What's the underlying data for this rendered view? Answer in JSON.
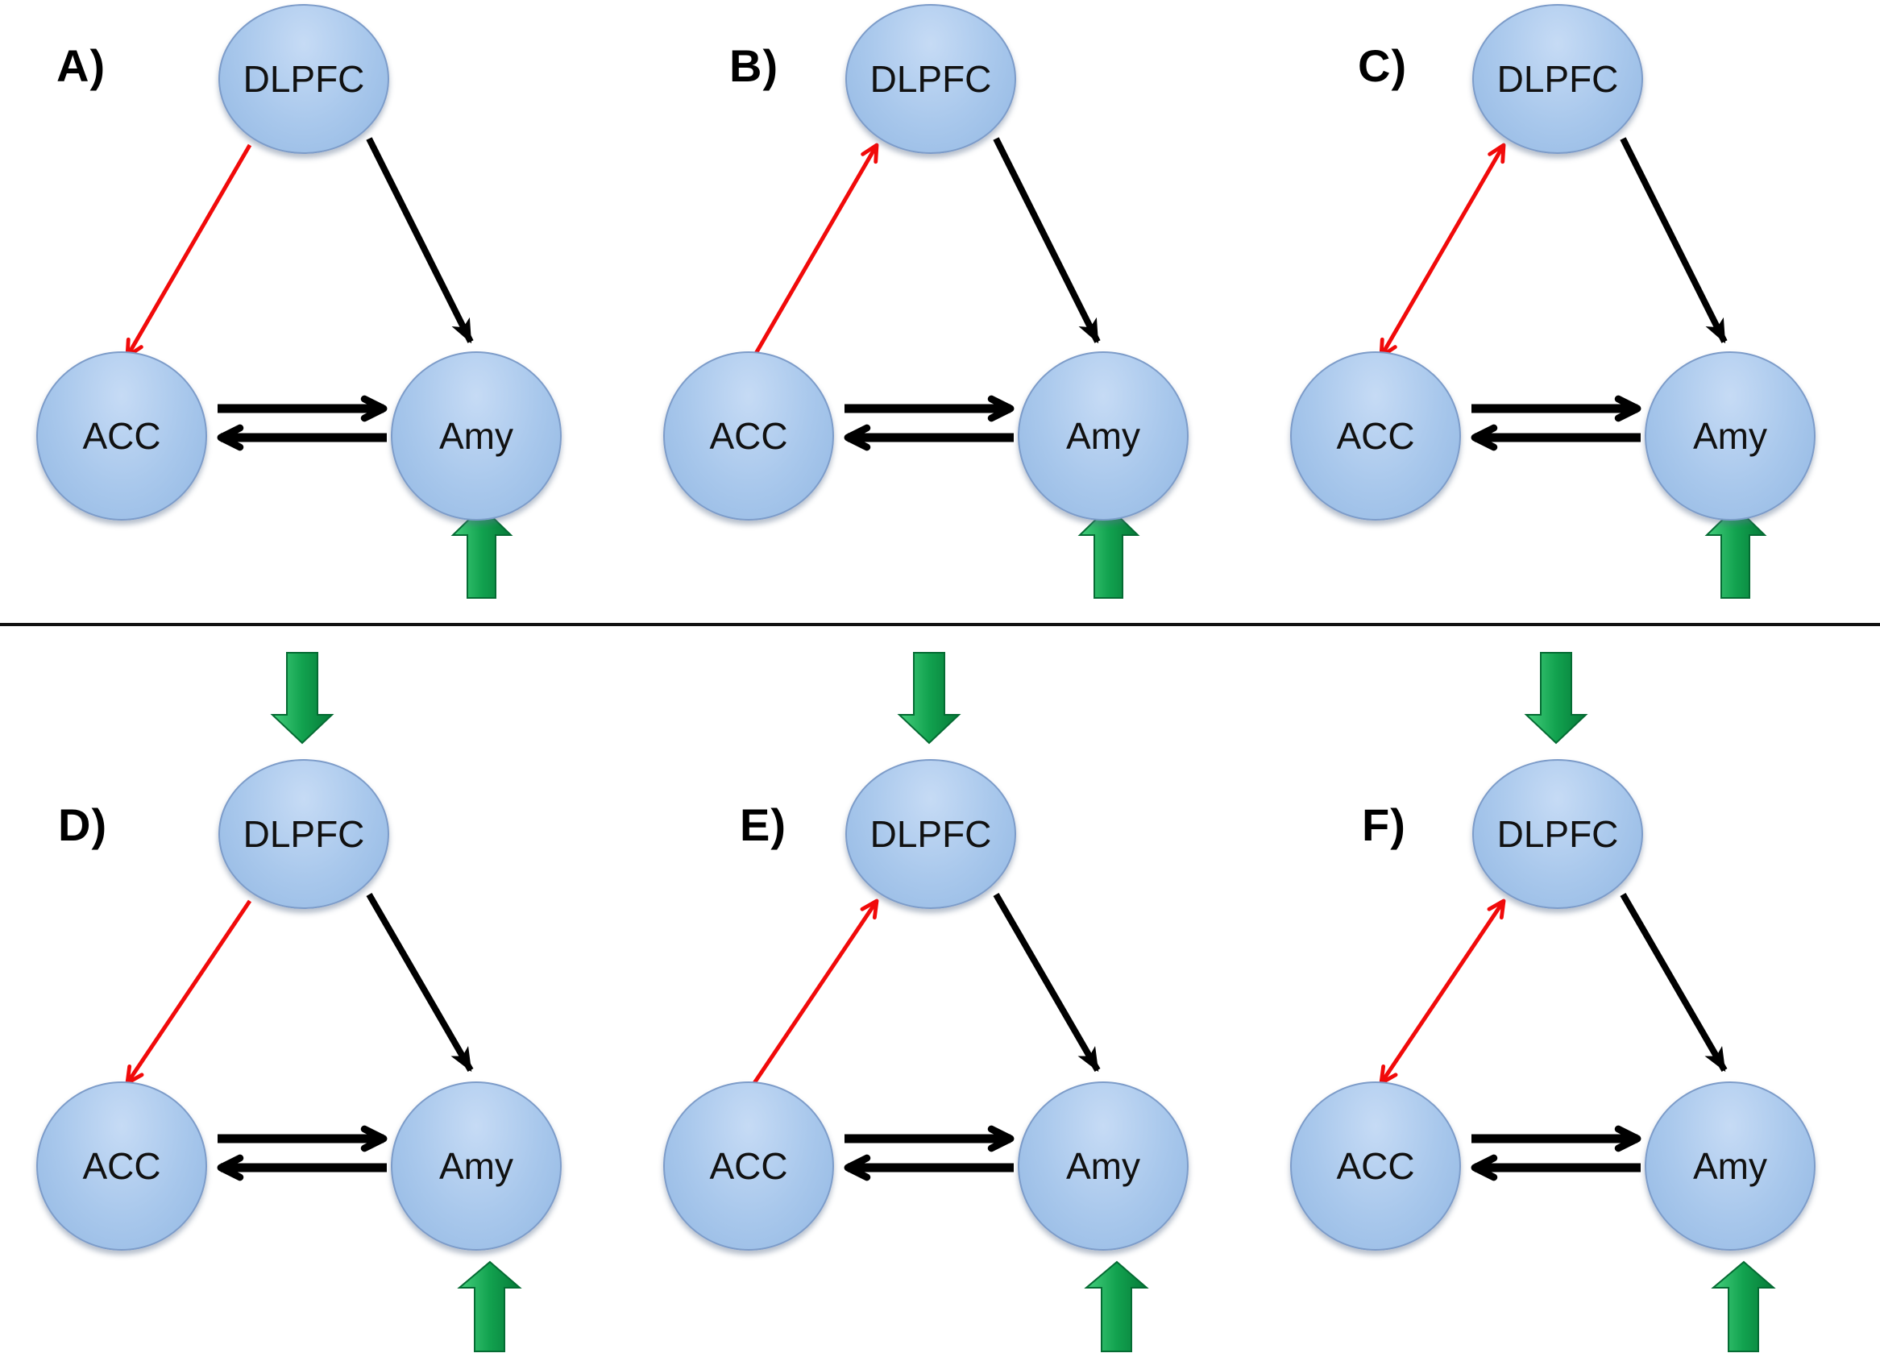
{
  "nodes": {
    "dlpfc": "DLPFC",
    "acc": "ACC",
    "amy": "Amy"
  },
  "panels": [
    {
      "label": "A)",
      "row": "top",
      "red_edge": {
        "from": "DLPFC",
        "to": "ACC",
        "heads": "acc"
      },
      "black_edges": [
        {
          "from": "DLPFC",
          "to": "Amy"
        },
        {
          "from": "ACC",
          "to": "Amy"
        },
        {
          "from": "Amy",
          "to": "ACC"
        }
      ],
      "green_arrows": [
        {
          "direction": "up",
          "target": "Amy"
        }
      ]
    },
    {
      "label": "B)",
      "row": "top",
      "red_edge": {
        "from": "ACC",
        "to": "DLPFC",
        "heads": "dlpfc"
      },
      "black_edges": [
        {
          "from": "DLPFC",
          "to": "Amy"
        },
        {
          "from": "ACC",
          "to": "Amy"
        },
        {
          "from": "Amy",
          "to": "ACC"
        }
      ],
      "green_arrows": [
        {
          "direction": "up",
          "target": "Amy"
        }
      ]
    },
    {
      "label": "C)",
      "row": "top",
      "red_edge": {
        "from": "ACC",
        "to": "DLPFC",
        "heads": "both"
      },
      "black_edges": [
        {
          "from": "DLPFC",
          "to": "Amy"
        },
        {
          "from": "ACC",
          "to": "Amy"
        },
        {
          "from": "Amy",
          "to": "ACC"
        }
      ],
      "green_arrows": [
        {
          "direction": "up",
          "target": "Amy"
        }
      ]
    },
    {
      "label": "D)",
      "row": "bottom",
      "red_edge": {
        "from": "DLPFC",
        "to": "ACC",
        "heads": "acc"
      },
      "black_edges": [
        {
          "from": "DLPFC",
          "to": "Amy"
        },
        {
          "from": "ACC",
          "to": "Amy"
        },
        {
          "from": "Amy",
          "to": "ACC"
        }
      ],
      "green_arrows": [
        {
          "direction": "down",
          "target": "DLPFC"
        },
        {
          "direction": "up",
          "target": "Amy"
        }
      ]
    },
    {
      "label": "E)",
      "row": "bottom",
      "red_edge": {
        "from": "ACC",
        "to": "DLPFC",
        "heads": "dlpfc"
      },
      "black_edges": [
        {
          "from": "DLPFC",
          "to": "Amy"
        },
        {
          "from": "ACC",
          "to": "Amy"
        },
        {
          "from": "Amy",
          "to": "ACC"
        }
      ],
      "green_arrows": [
        {
          "direction": "down",
          "target": "DLPFC"
        },
        {
          "direction": "up",
          "target": "Amy"
        }
      ]
    },
    {
      "label": "F)",
      "row": "bottom",
      "red_edge": {
        "from": "ACC",
        "to": "DLPFC",
        "heads": "both"
      },
      "black_edges": [
        {
          "from": "DLPFC",
          "to": "Amy"
        },
        {
          "from": "ACC",
          "to": "Amy"
        },
        {
          "from": "Amy",
          "to": "ACC"
        }
      ],
      "green_arrows": [
        {
          "direction": "down",
          "target": "DLPFC"
        },
        {
          "direction": "up",
          "target": "Amy"
        }
      ]
    }
  ],
  "colors": {
    "node_fill": "#a9c8ec",
    "node_border": "#7d9cc9",
    "red_arrow": "#f10a0a",
    "black_arrow": "#000000",
    "green_arrow": "#12a24f",
    "separator": "#111111"
  }
}
